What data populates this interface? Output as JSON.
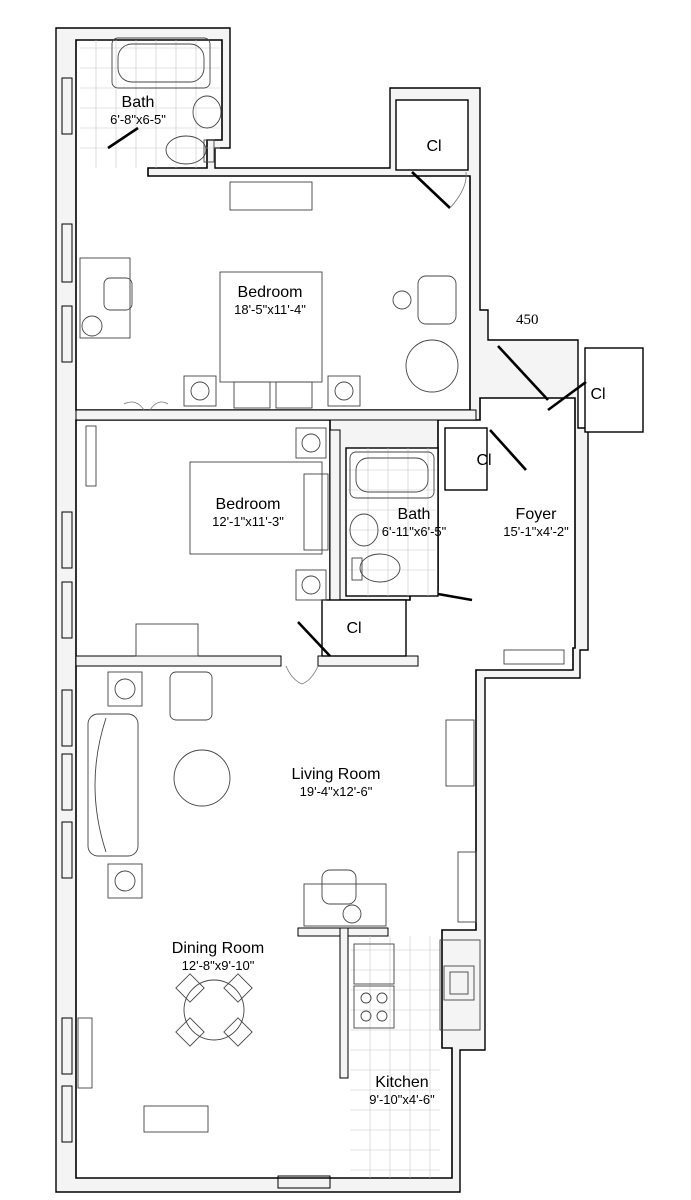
{
  "unit_number": "450",
  "rooms": {
    "master_bath": {
      "name": "Bath",
      "dims": "6'-8\"x6-5\""
    },
    "master_bedroom": {
      "name": "Bedroom",
      "dims": "18'-5\"x11'-4\""
    },
    "bedroom_2": {
      "name": "Bedroom",
      "dims": "12'-1\"x11'-3\""
    },
    "hall_bath": {
      "name": "Bath",
      "dims": "6'-11\"x6'-5\""
    },
    "foyer": {
      "name": "Foyer",
      "dims": "15'-1\"x4'-2\""
    },
    "living_room": {
      "name": "Living Room",
      "dims": "19'-4\"x12'-6\""
    },
    "dining_room": {
      "name": "Dining Room",
      "dims": "12'-8\"x9'-10\""
    },
    "kitchen": {
      "name": "Kitchen",
      "dims": "9'-10\"x4'-6\""
    }
  },
  "closets": {
    "master_closet": "Cl",
    "entry_closet": "Cl",
    "foyer_closet": "Cl",
    "bedroom_closet": "Cl"
  }
}
